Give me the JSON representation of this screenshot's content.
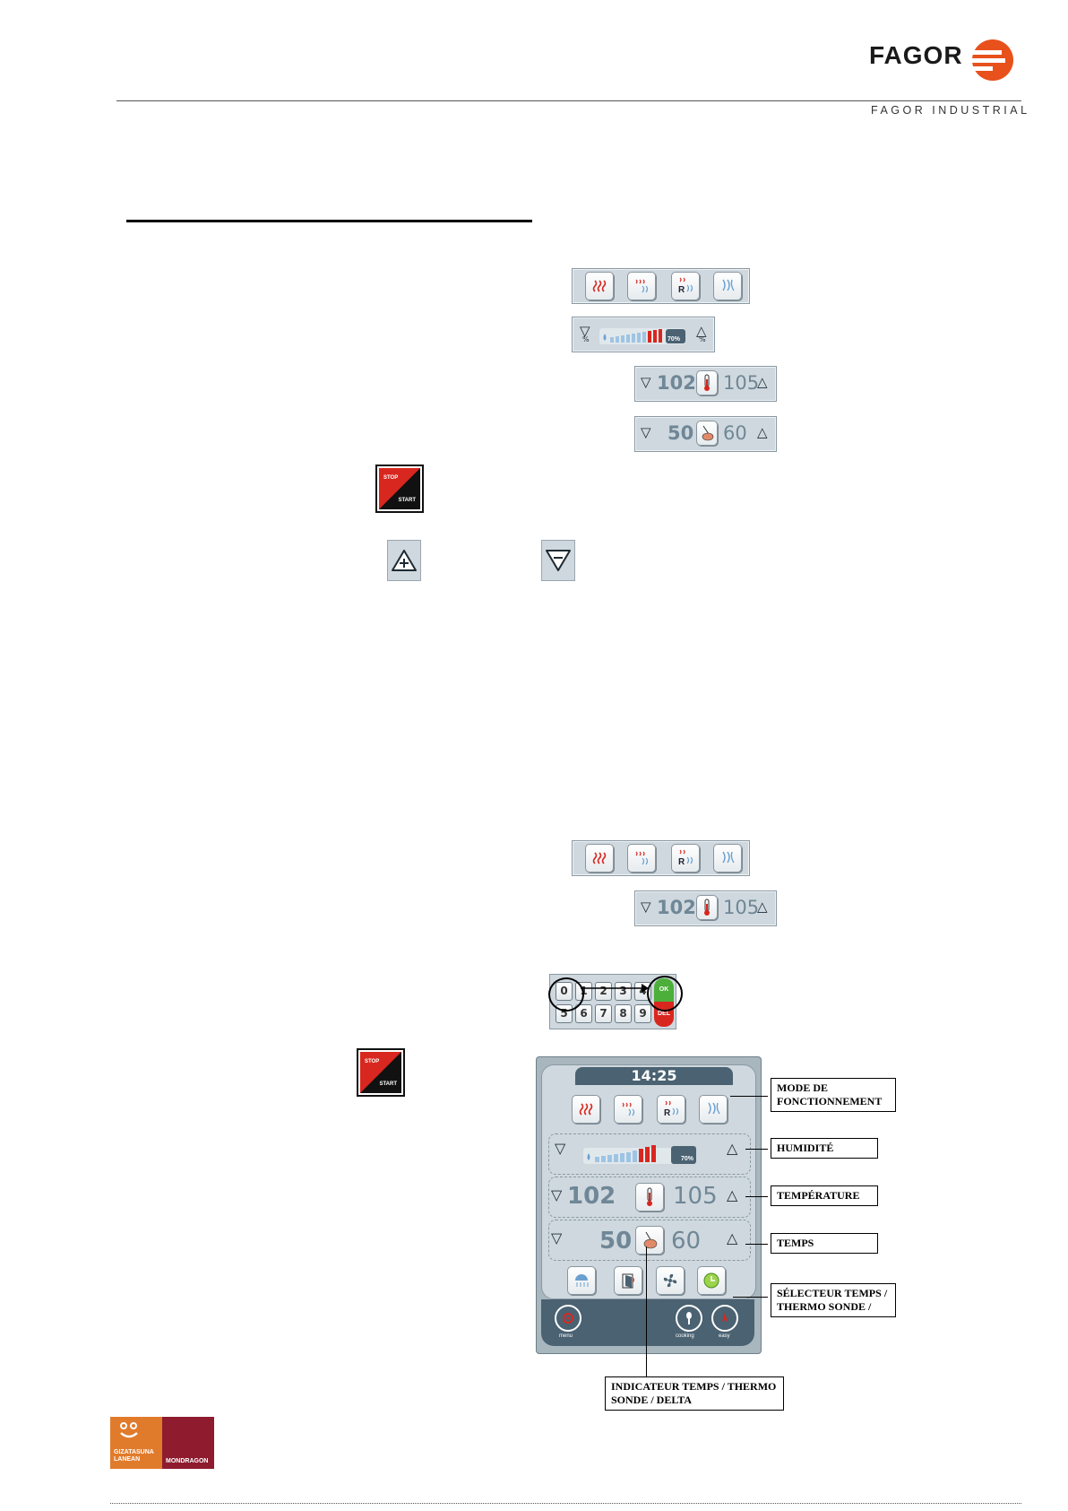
{
  "header": {
    "brand": "FAGOR",
    "subbrand": "FAGOR INDUSTRIAL"
  },
  "panels": {
    "temperature": {
      "low": "102",
      "high": "105"
    },
    "time": {
      "low": "50",
      "high": "60"
    },
    "humidity_badge": "70%",
    "stop_label": "STOP",
    "start_label": "START"
  },
  "keypad": {
    "keys_row1": [
      "0",
      "1",
      "2",
      "3",
      "4"
    ],
    "keys_row2": [
      "5",
      "6",
      "7",
      "8",
      "9"
    ],
    "ok": "OK",
    "del": "DEL"
  },
  "device": {
    "clock": "14:25",
    "temp_low": "102",
    "temp_high": "105",
    "time_low": "50",
    "time_high": "60",
    "humidity_badge": "70%",
    "bar_labels": {
      "menu": "menu",
      "cooking": "cooking",
      "easy": "easy"
    }
  },
  "callouts": {
    "mode": "MODE DE FONCTIONNEMENT",
    "humidity": "HUMIDITÉ",
    "temperature": "TEMPÉRATURE",
    "time": "TEMPS",
    "selector": "SÉLECTEUR TEMPS / THERMO SONDE /",
    "indicator": "INDICATEUR TEMPS / THERMO SONDE / DELTA"
  },
  "footer": {
    "logo1": "GIZATASUNA LANEAN",
    "logo2": "MONDRAGON"
  },
  "colors": {
    "panel": "#cfd8de",
    "accent_red": "#d8271f",
    "brand_orange": "#e8501c",
    "bar_blue": "#9ec4e4"
  }
}
